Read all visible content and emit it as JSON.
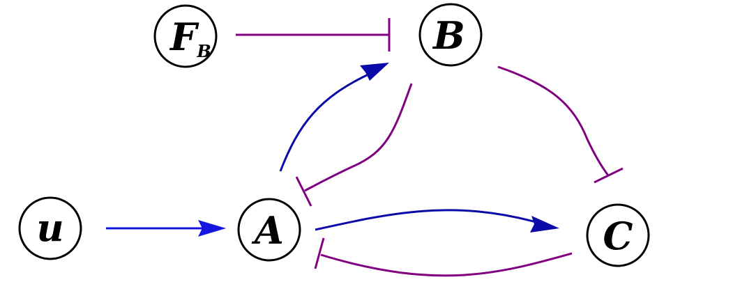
{
  "nodes": {
    "u": {
      "label": "u"
    },
    "fb": {
      "label": "F",
      "subscript": "B"
    },
    "b": {
      "label": "B"
    },
    "a": {
      "label": "A"
    },
    "c": {
      "label": "C"
    }
  },
  "edges": [
    {
      "from": "u",
      "to": "A",
      "type": "activation"
    },
    {
      "from": "F_B",
      "to": "B",
      "type": "inhibition"
    },
    {
      "from": "A",
      "to": "B",
      "type": "activation"
    },
    {
      "from": "B",
      "to": "A",
      "type": "inhibition"
    },
    {
      "from": "B",
      "to": "C",
      "type": "inhibition"
    },
    {
      "from": "A",
      "to": "C",
      "type": "activation"
    },
    {
      "from": "C",
      "to": "A",
      "type": "inhibition"
    }
  ],
  "colors": {
    "activation_input": "#1515e0",
    "activation": "#0a0aa8",
    "inhibition": "#800080",
    "node_stroke": "#000000",
    "background": "#ffffff"
  }
}
